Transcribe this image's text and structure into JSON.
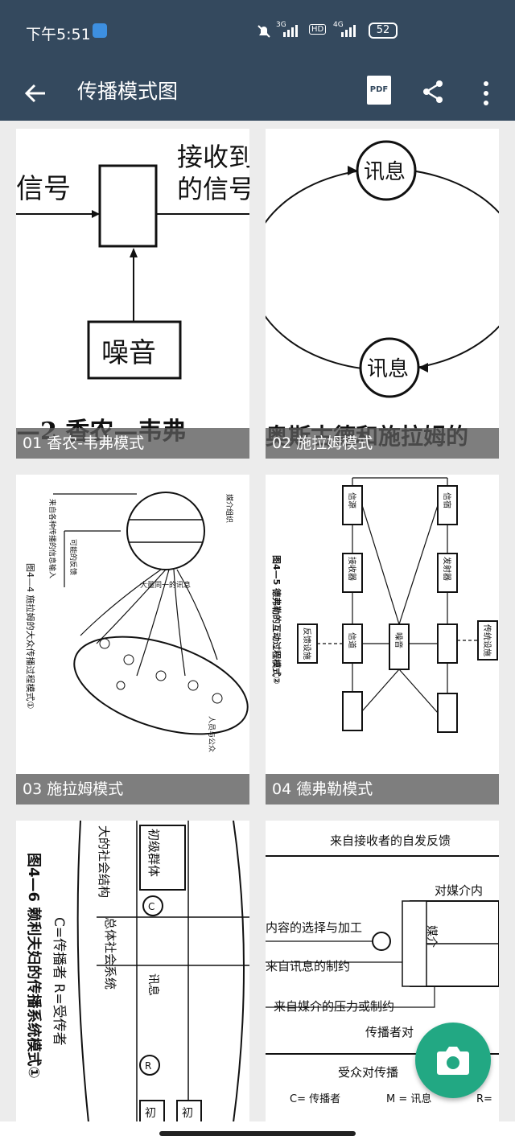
{
  "status_bar": {
    "time": "下午5:51",
    "net1": "3G",
    "net2": "HD",
    "net3": "4G",
    "battery": "52"
  },
  "app_bar": {
    "title": "传播模式图",
    "pdf_label": "PDF",
    "back_icon": "arrow-back-icon",
    "share_icon": "share-icon",
    "more_icon": "more-vert-icon"
  },
  "cards": [
    {
      "caption": "01 香农-韦弗模式",
      "texts": [
        "信号",
        "接收到",
        "的信号",
        "噪音",
        "—2 香农—韦弗"
      ]
    },
    {
      "caption": "02 施拉姆模式",
      "texts": [
        "讯息",
        "讯息",
        "奥斯古德和施拉姆的"
      ]
    },
    {
      "caption": "03 施拉姆模式",
      "texts": [
        "图4—4 施拉姆的大众传播过程模式①",
        "来自各种传播的信息输入",
        "可能的反馈",
        "媒介组织",
        "大量同一的讯息",
        "人员与公众"
      ]
    },
    {
      "caption": "04 德弗勒模式",
      "texts": [
        "图4—5 德弗勒的互动过程模式②",
        "信源",
        "信宿",
        "接收器",
        "发射器",
        "信道",
        "噪音",
        "反馈设施",
        "传统设施"
      ]
    },
    {
      "caption": "",
      "texts": [
        "图4—6 赖利夫妇的传播系统模式①",
        "C=传播者 R=受传者",
        "大的社会结构",
        "初级群体",
        "总体社会系统",
        "讯息",
        "C",
        "R",
        "初",
        "初"
      ]
    },
    {
      "caption": "",
      "texts": [
        "来自接收者的自发反馈",
        "对媒介内",
        "内容的选择与加工",
        "来自讯息的制约",
        "来自媒介的压力或制约",
        "传播者对",
        "受众对传播",
        "媒介",
        "C= 传播者",
        "M = 讯息",
        "R="
      ]
    }
  ],
  "fab_icon": "camera-icon"
}
